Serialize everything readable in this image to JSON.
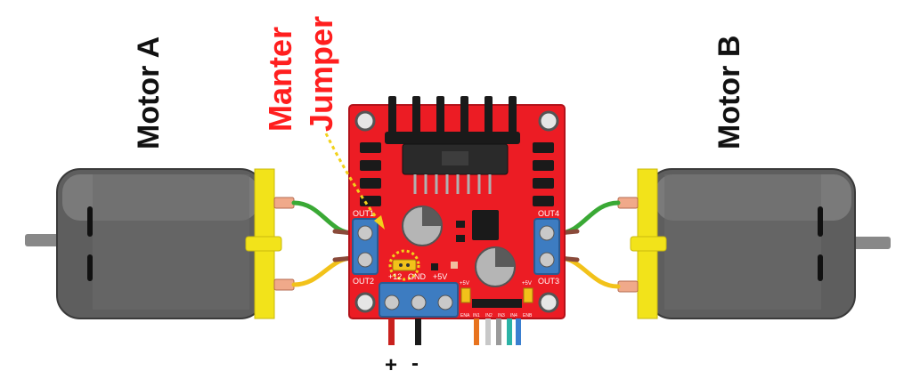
{
  "labels": {
    "motor_a": "Motor A",
    "motor_b": "Motor B",
    "manter": "Manter",
    "jumper": "Jumper",
    "plus": "+",
    "minus": "-"
  },
  "board": {
    "out1": "OUT1",
    "out2": "OUT2",
    "out3": "OUT3",
    "out4": "OUT4",
    "v12": "+12",
    "gnd": "GND",
    "v5": "+5V",
    "ena_5v": "+5V",
    "enb_5v": "+5V",
    "pins": [
      "ENA",
      "IN1",
      "IN2",
      "IN3",
      "IN4",
      "ENB"
    ]
  },
  "colors": {
    "board": "#ec1c24",
    "terminal": "#3d7cc1",
    "motor_body": "#5a5a5a",
    "motor_cap": "#f2e31a",
    "wire_green": "#3aa935",
    "wire_yellow": "#f2c21a",
    "label_red": "#ff1f1f"
  }
}
